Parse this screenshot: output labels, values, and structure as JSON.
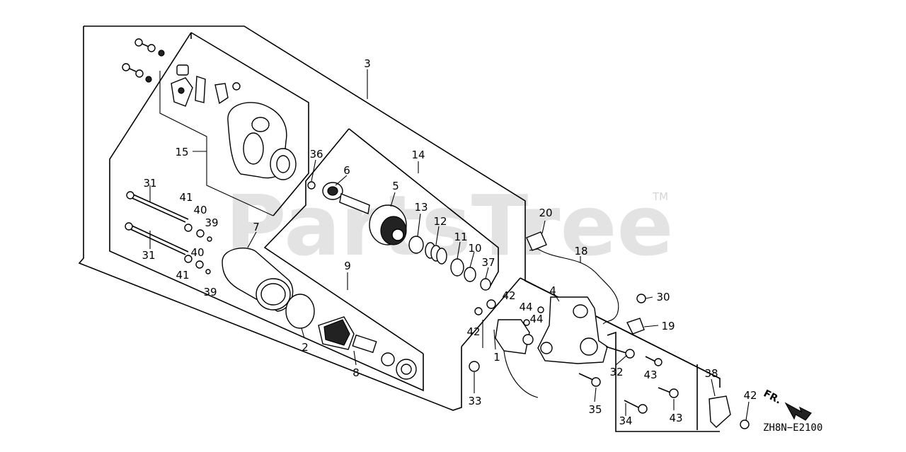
{
  "watermark": {
    "text": "PartsTree",
    "trademark": "TM"
  },
  "diagram_code": "ZH8N−E2100",
  "direction_label": "FR.",
  "callouts": [
    {
      "id": "c3",
      "label": "3"
    },
    {
      "id": "c15",
      "label": "15"
    },
    {
      "id": "c36",
      "label": "36"
    },
    {
      "id": "c14",
      "label": "14"
    },
    {
      "id": "c6",
      "label": "6"
    },
    {
      "id": "c5",
      "label": "5"
    },
    {
      "id": "c13",
      "label": "13"
    },
    {
      "id": "c12",
      "label": "12"
    },
    {
      "id": "c11",
      "label": "11"
    },
    {
      "id": "c10",
      "label": "10"
    },
    {
      "id": "c37",
      "label": "37"
    },
    {
      "id": "c31a",
      "label": "31"
    },
    {
      "id": "c41a",
      "label": "41"
    },
    {
      "id": "c40a",
      "label": "40"
    },
    {
      "id": "c39a",
      "label": "39"
    },
    {
      "id": "c7",
      "label": "7"
    },
    {
      "id": "c31b",
      "label": "31"
    },
    {
      "id": "c40b",
      "label": "40"
    },
    {
      "id": "c41b",
      "label": "41"
    },
    {
      "id": "c39b",
      "label": "39"
    },
    {
      "id": "c9",
      "label": "9"
    },
    {
      "id": "c2",
      "label": "2"
    },
    {
      "id": "c8",
      "label": "8"
    },
    {
      "id": "c20",
      "label": "20"
    },
    {
      "id": "c18",
      "label": "18"
    },
    {
      "id": "c42a",
      "label": "42"
    },
    {
      "id": "c4",
      "label": "4"
    },
    {
      "id": "c44a",
      "label": "44"
    },
    {
      "id": "c44b",
      "label": "44"
    },
    {
      "id": "c30",
      "label": "30"
    },
    {
      "id": "c19",
      "label": "19"
    },
    {
      "id": "c42b",
      "label": "42"
    },
    {
      "id": "c1",
      "label": "1"
    },
    {
      "id": "c32",
      "label": "32"
    },
    {
      "id": "c43a",
      "label": "43"
    },
    {
      "id": "c38",
      "label": "38"
    },
    {
      "id": "c33",
      "label": "33"
    },
    {
      "id": "c35",
      "label": "35"
    },
    {
      "id": "c43b",
      "label": "43"
    },
    {
      "id": "c34",
      "label": "34"
    },
    {
      "id": "c42c",
      "label": "42"
    }
  ]
}
